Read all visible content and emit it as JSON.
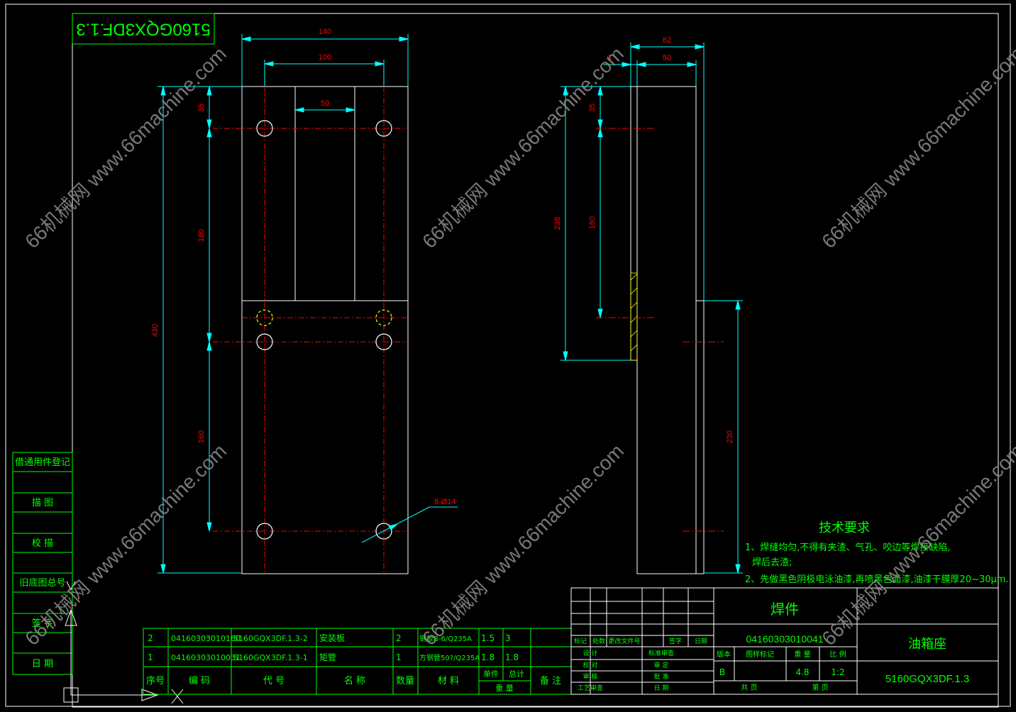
{
  "drawing_id": "5160GQX3DF.1.3",
  "dimensions": {
    "front": {
      "w140": "140",
      "w100": "100",
      "w50": "50",
      "h35": "35",
      "h180": "180",
      "h430": "430",
      "h160": "160",
      "holes": "8-Ø14"
    },
    "side": {
      "w62": "62",
      "w6": "6",
      "w50": "50",
      "h35": "35",
      "h238": "238",
      "h160": "160",
      "h230": "230"
    }
  },
  "tech_requirements": {
    "title": "技术要求",
    "line1": "1、焊缝均匀,不得有夹渣、气孔、咬边等焊接缺陷,",
    "line1b": "焊后去渣;",
    "line2": "2、先做黑色阴极电泳油漆,再喷黑色面漆,油漆干膜厚20~30μm."
  },
  "left_panel": [
    "借通用件登记",
    "描 图",
    "校 描",
    "旧底图总号",
    "签 字",
    "日 期"
  ],
  "bom": {
    "rows": [
      {
        "seq": "2",
        "code": "04160303010160",
        "drawing": "5160GQX3DF.1.3-2",
        "name": "安装板",
        "qty": "2",
        "material": "钢板B-6/Q235A",
        "unit": "1.5",
        "total": "3"
      },
      {
        "seq": "1",
        "code": "04160303010031",
        "drawing": "5160GQX3DF.1.3-1",
        "name": "矩管",
        "qty": "1",
        "material": "方钢管50?/Q235A",
        "unit": "1.8",
        "total": "1.8"
      }
    ],
    "headers": {
      "seq": "序号",
      "code": "编 码",
      "drawing": "代 号",
      "name": "名 称",
      "qty": "数量",
      "material": "材 料",
      "unit": "单件",
      "total": "总计",
      "weight": "重 量",
      "remark": "备 注"
    }
  },
  "title_block": {
    "type": "焊件",
    "code": "04160303010041",
    "part_name": "油箱座",
    "drawing_no": "5160GQX3DF.1.3",
    "version_label": "版本",
    "mark_label": "图样标记",
    "weight_label": "重 量",
    "scale_label": "比 例",
    "version": "B",
    "weight": "4.8",
    "scale": "1:2",
    "total_pages": "共 页",
    "page": "第 页",
    "rev_headers": [
      "标记",
      "处数",
      "更改文件号",
      "签字",
      "日期"
    ],
    "sign_left": [
      "设 计",
      "校 对",
      "审 核",
      "工艺审查"
    ],
    "sign_right": [
      "标准审查",
      "审 定",
      "批 准",
      "日 期"
    ]
  },
  "watermark": "66机械网 www.66machine.com",
  "colors": {
    "frame": "#ffffff",
    "table": "#00ff00",
    "dim": "#00ffff",
    "center": "#ff0000",
    "hole": "#ffff00",
    "text": "#ff0000",
    "wm": "#8c8c8c"
  }
}
